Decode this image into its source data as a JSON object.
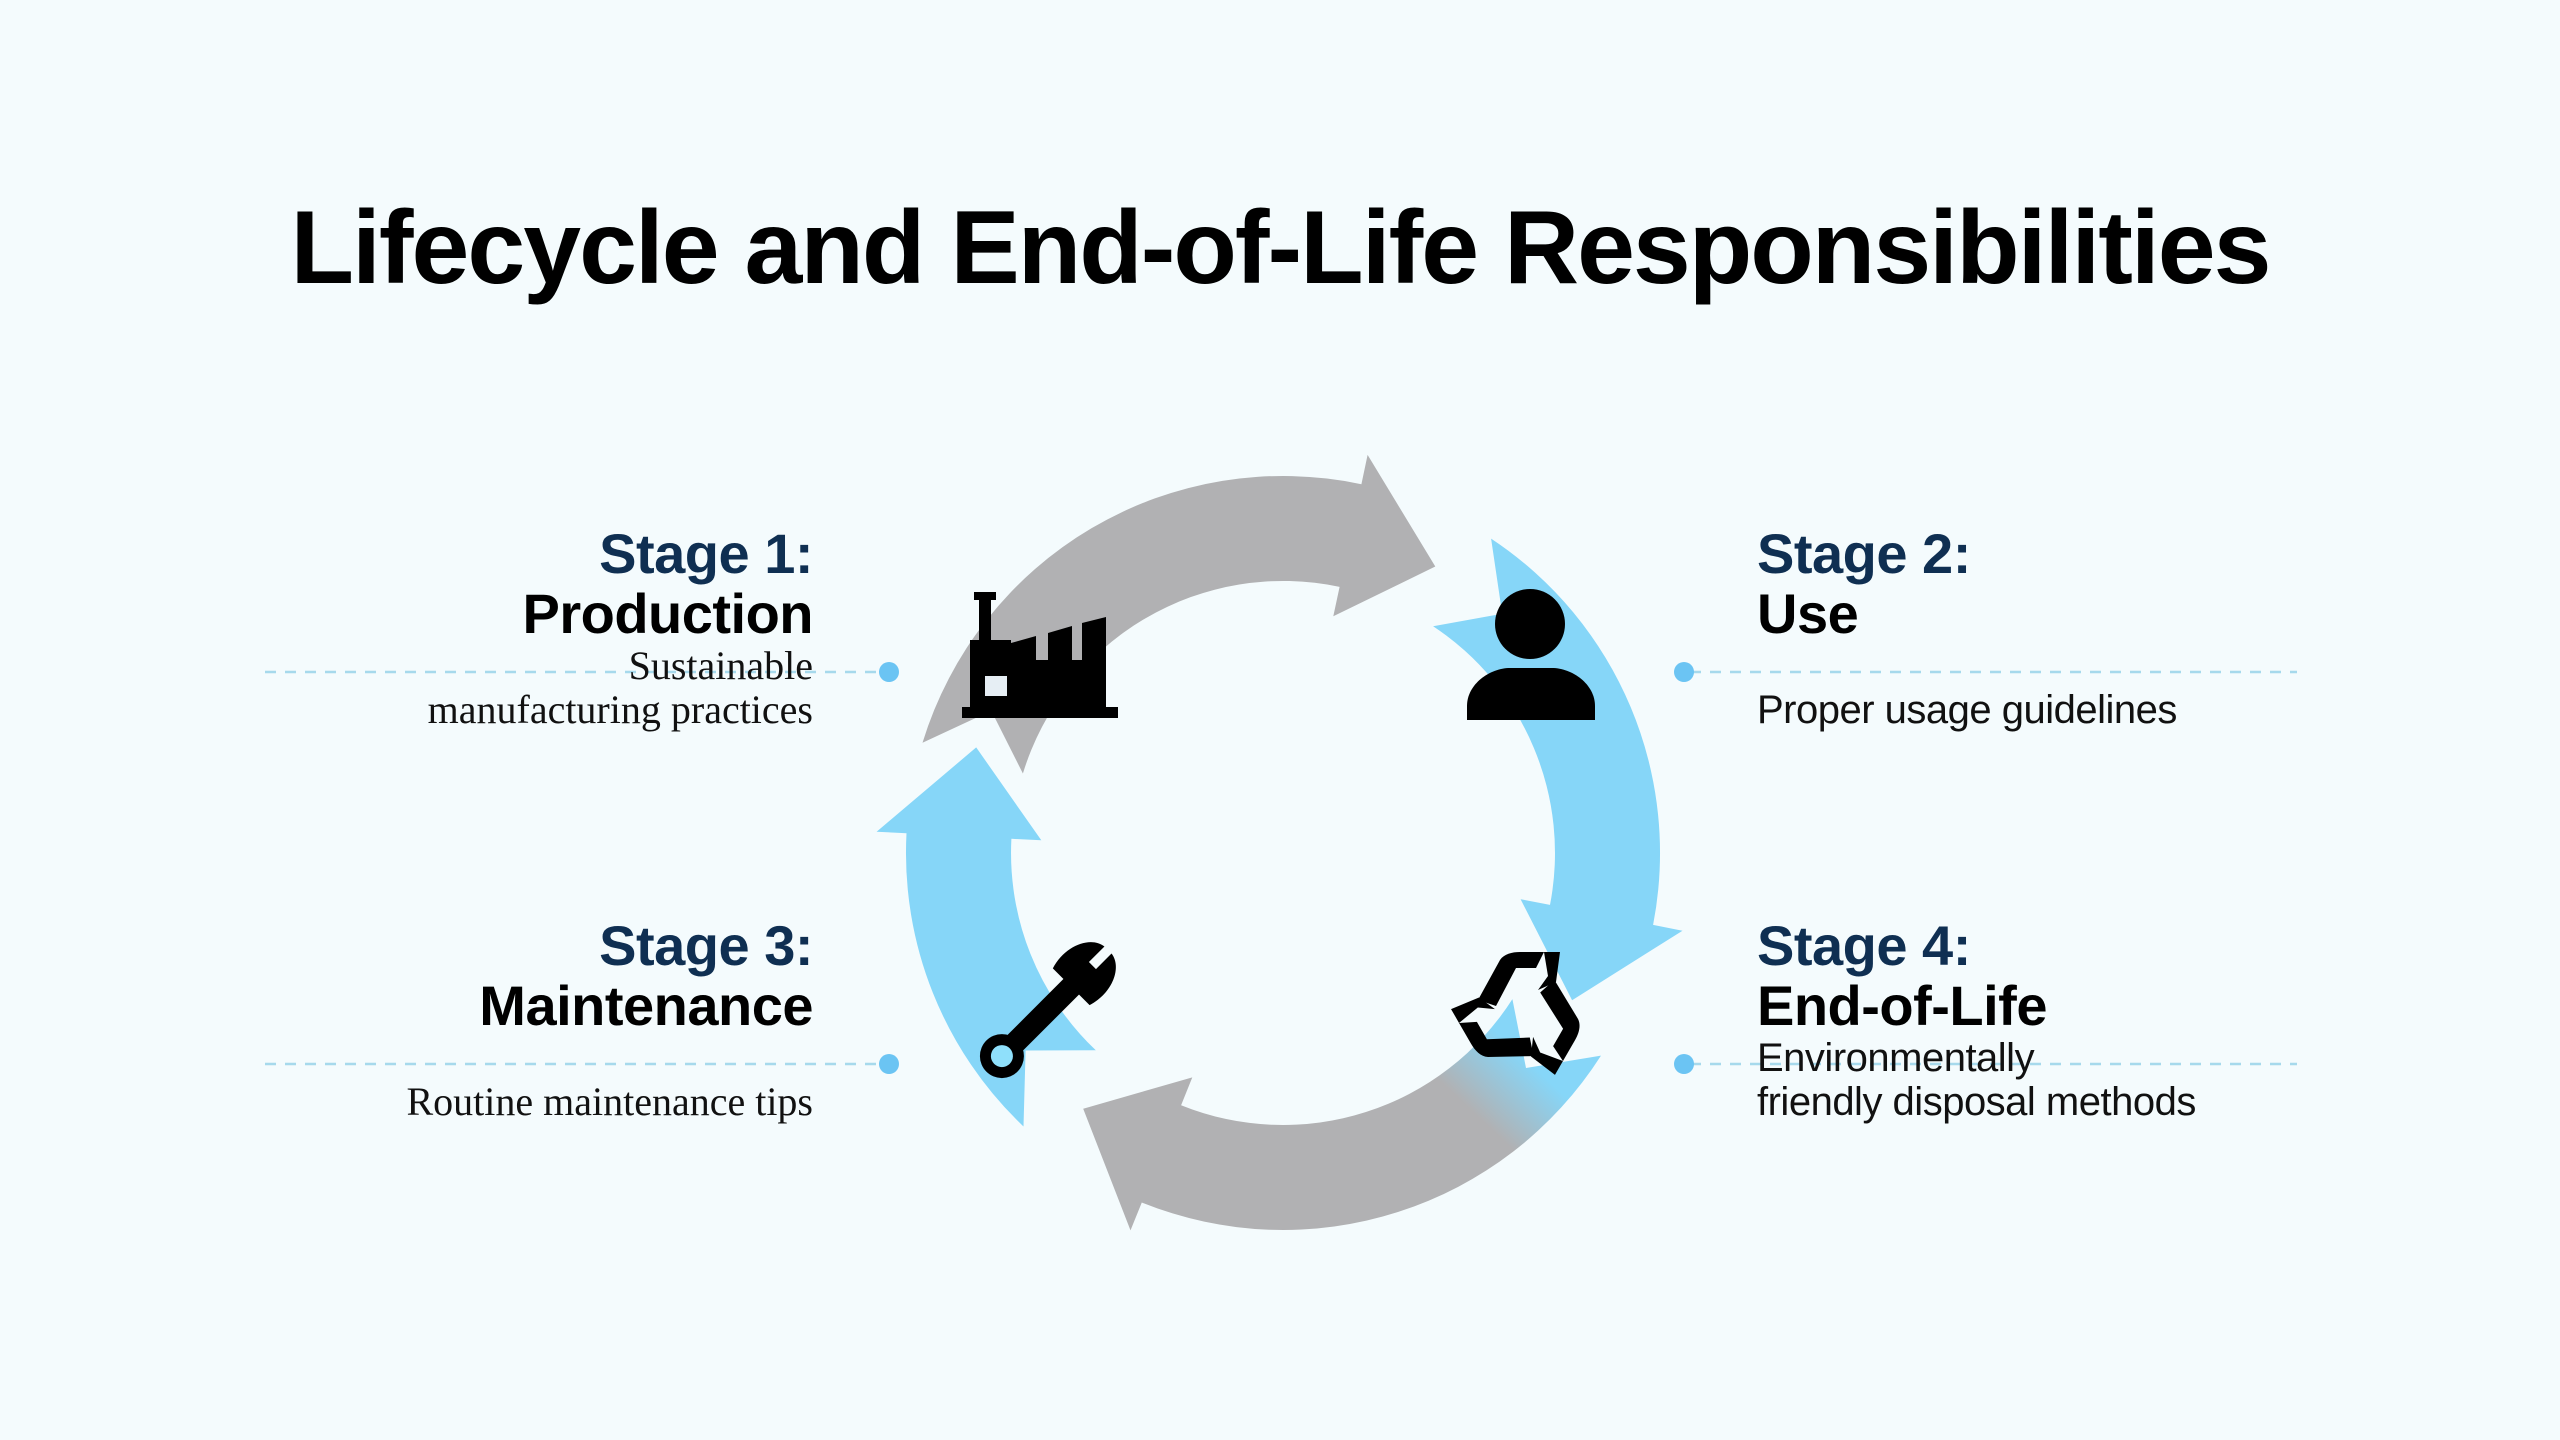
{
  "title": "Lifecycle and End-of-Life Responsibilities",
  "colors": {
    "background": "#f4fbfd",
    "gray_arrow": "#b1b1b3",
    "blue_arrow": "#86d6f8",
    "connector": "#9fd6ea",
    "dot": "#6bc4f3",
    "stage_number": "#0f2f52",
    "icon": "#000000"
  },
  "stages": [
    {
      "number_label": "Stage 1:",
      "name": "Production",
      "description_lines": [
        "Sustainable",
        "manufacturing practices"
      ],
      "icon": "factory-icon"
    },
    {
      "number_label": "Stage 2:",
      "name": "Use",
      "description_lines": [
        "Proper usage guidelines"
      ],
      "icon": "person-icon"
    },
    {
      "number_label": "Stage 3:",
      "name": "Maintenance",
      "description_lines": [
        "Routine maintenance tips"
      ],
      "icon": "wrench-icon"
    },
    {
      "number_label": "Stage 4:",
      "name": "End-of-Life",
      "description_lines": [
        "Environmentally",
        "friendly disposal methods"
      ],
      "icon": "recycle-icon"
    }
  ],
  "cycle": {
    "direction": "clockwise",
    "segments": [
      {
        "from": "Production",
        "to": "Use",
        "color": "gray"
      },
      {
        "from": "Use",
        "to": "End-of-Life",
        "color": "blue"
      },
      {
        "from": "End-of-Life",
        "to": "Maintenance",
        "color": "blue-to-gray"
      },
      {
        "from": "Maintenance",
        "to": "Production",
        "color": "blue"
      }
    ]
  }
}
